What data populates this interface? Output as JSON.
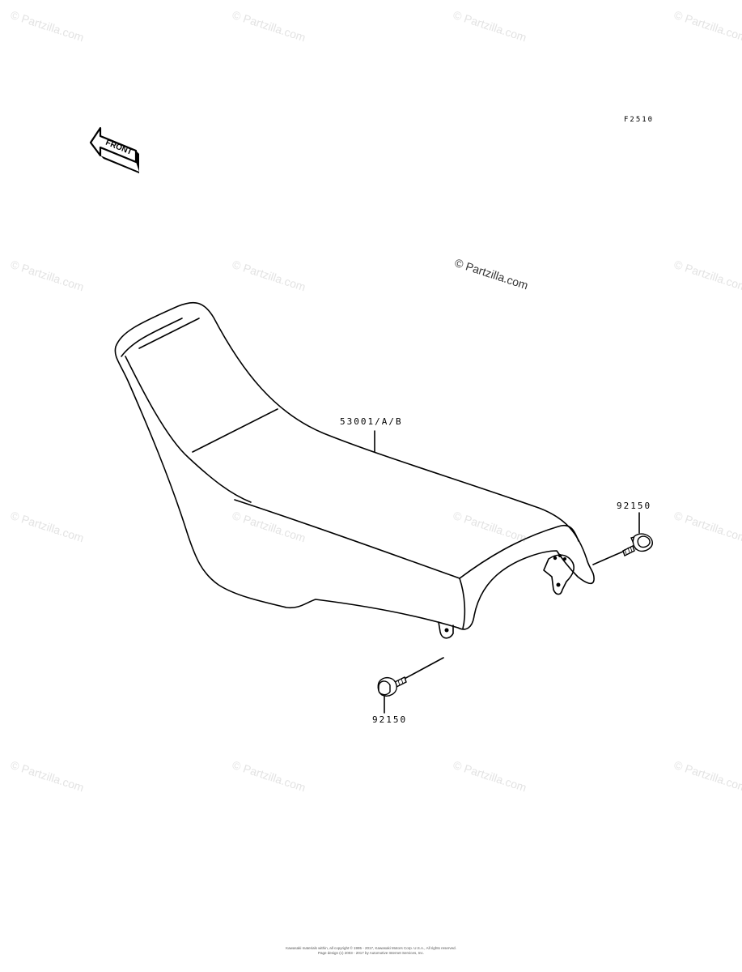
{
  "figure_code": "F2510",
  "front_arrow_label": "FRONT",
  "watermark_text": "© Partzilla.com",
  "parts": {
    "seat": "53001/A/B",
    "bolt_right": "92150",
    "bolt_left": "92150"
  },
  "footer": {
    "line1": "Kawasaki materials within, all copyright © 1995 - 2017, Kawasaki Motors Corp. U.S.A., All rights reserved.",
    "line2": "Page design (c) 2003 - 2017 by Automotive Internet Services, Inc."
  },
  "colors": {
    "line": "#000000",
    "watermark": "#e3e3e3"
  }
}
